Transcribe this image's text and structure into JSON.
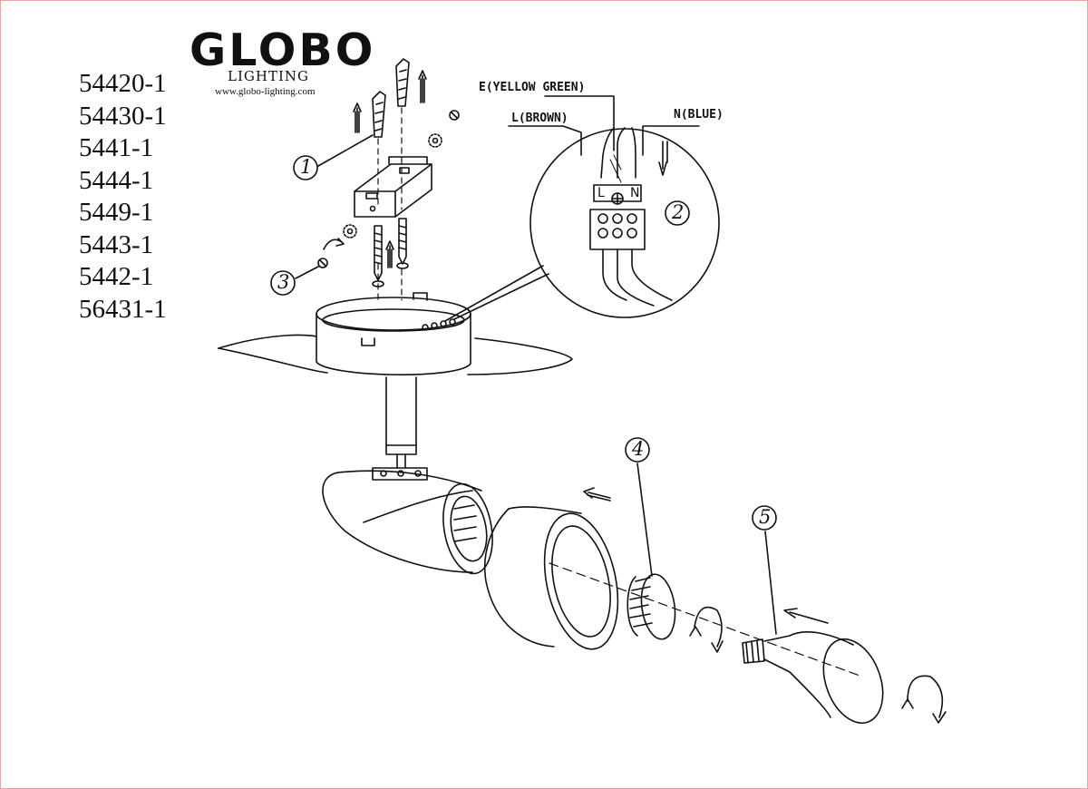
{
  "brand": {
    "name": "GLOBO",
    "sub": "LIGHTING",
    "url": "www.globo-lighting.com"
  },
  "models": [
    "54420-1",
    "54430-1",
    "5441-1",
    "5444-1",
    "5449-1",
    "5443-1",
    "5442-1",
    "56431-1"
  ],
  "wires": {
    "earth": "E(YELLOW GREEN)",
    "live": "L(BROWN)",
    "neutral": "N(BLUE)"
  },
  "terminal": {
    "live": "L",
    "neutral": "N"
  },
  "callouts": [
    "1",
    "2",
    "3",
    "4",
    "5"
  ]
}
